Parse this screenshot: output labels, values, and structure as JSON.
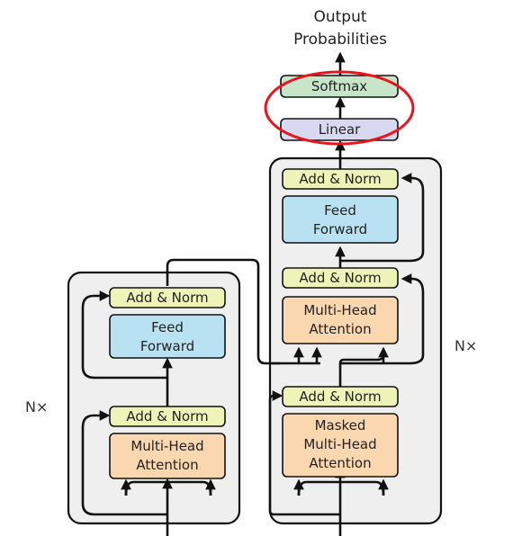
{
  "output": {
    "line1": "Output",
    "line2": "Probabilities"
  },
  "decoder": {
    "softmax": "Softmax",
    "linear": "Linear",
    "add_norm": "Add & Norm",
    "feed_forward": [
      "Feed",
      "Forward"
    ],
    "multi_head": [
      "Multi-Head",
      "Attention"
    ],
    "masked_multi_head": [
      "Masked",
      "Multi-Head",
      "Attention"
    ],
    "repeat": "N×"
  },
  "encoder": {
    "add_norm": "Add & Norm",
    "feed_forward": [
      "Feed",
      "Forward"
    ],
    "multi_head": [
      "Multi-Head",
      "Attention"
    ],
    "repeat": "N×"
  },
  "highlight": {
    "color": "#e8161c"
  },
  "colors": {
    "add_norm": "#eef4b8",
    "feed_forward": "#b8e2f2",
    "attention": "#fbd7b0",
    "softmax": "#c7e6c9",
    "linear": "#d6d9ef",
    "stack": "#efefef"
  }
}
